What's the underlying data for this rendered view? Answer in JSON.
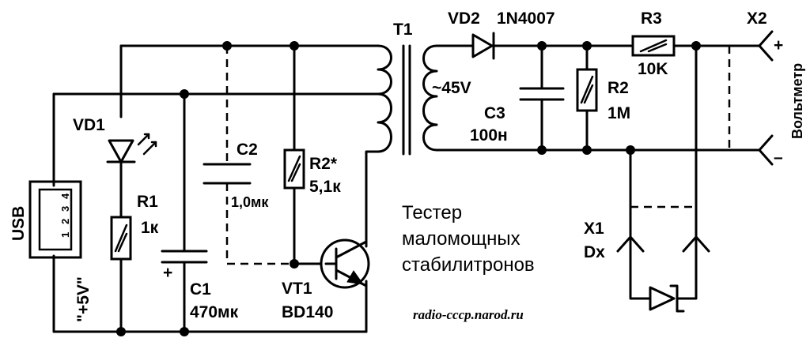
{
  "labels": {
    "t1": "T1",
    "vd2": "VD2",
    "vd2_part": "1N4007",
    "r3": "R3",
    "r3_value": "10K",
    "x2": "X2",
    "x2_plus": "+",
    "x2_minus": "–",
    "voltmeter": "Вольтметр",
    "ac_voltage": "~45V",
    "c3": "C3",
    "c3_value": "100н",
    "r2": "R2",
    "r2_value": "1M",
    "vd1": "VD1",
    "c2": "C2",
    "c2_value": "1,0мк",
    "r2star": "R2*",
    "r2star_value": "5,1к",
    "r1": "R1",
    "r1_value": "1к",
    "usb": "USB",
    "usb_pins": [
      "1",
      "2",
      "3",
      "4"
    ],
    "usb_voltage": "\"+5V\"",
    "c1": "C1",
    "c1_value": "470мк",
    "c1_plus": "+",
    "vt1": "VT1",
    "vt1_part": "BD140",
    "title_lines": [
      "Тестер",
      "маломощных",
      "стабилитронов"
    ],
    "x1": "X1",
    "x1_dx": "Dx",
    "website": "radio-cccp.narod.ru"
  }
}
